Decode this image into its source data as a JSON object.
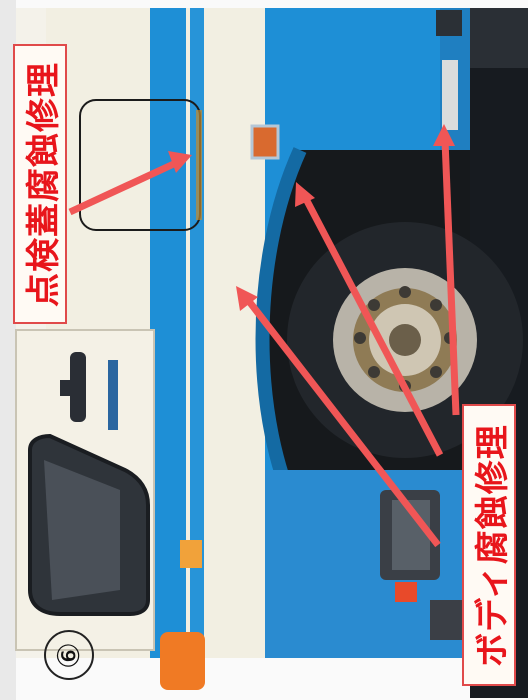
{
  "labels": {
    "inspection_cover": "点検蓋腐蝕修理",
    "body_repair": "ボディ腐蝕修理",
    "sequence_number": "⑥"
  },
  "colors": {
    "bus_blue": "#1e8fd6",
    "bus_cream": "#f2efe2",
    "label_red": "#e8151b",
    "arrow_red": "#f05656"
  }
}
